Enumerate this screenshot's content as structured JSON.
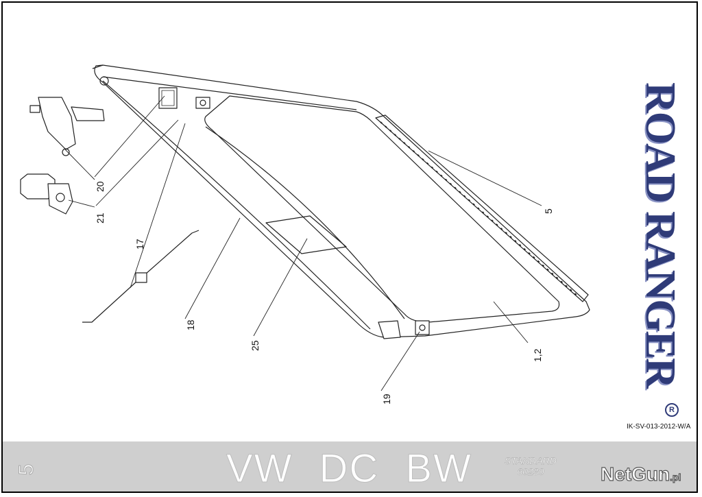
{
  "brand": {
    "name": "ROAD RANGER",
    "registered_mark": "R"
  },
  "doc_ref": "IK-SV-013-2012-W/A",
  "callouts": [
    "5",
    "1,2",
    "19",
    "25",
    "18",
    "17",
    "21",
    "20"
  ],
  "footer": {
    "page_number": "5",
    "model": "VW  DC  BW",
    "standard_line1": "STANDARD",
    "standard_line2": "60230",
    "site_main": "NetGun",
    "site_tld": ".pl"
  },
  "colors": {
    "brand": "#2f3b78",
    "footer_bg": "#cfcfcf",
    "line": "#222222"
  }
}
